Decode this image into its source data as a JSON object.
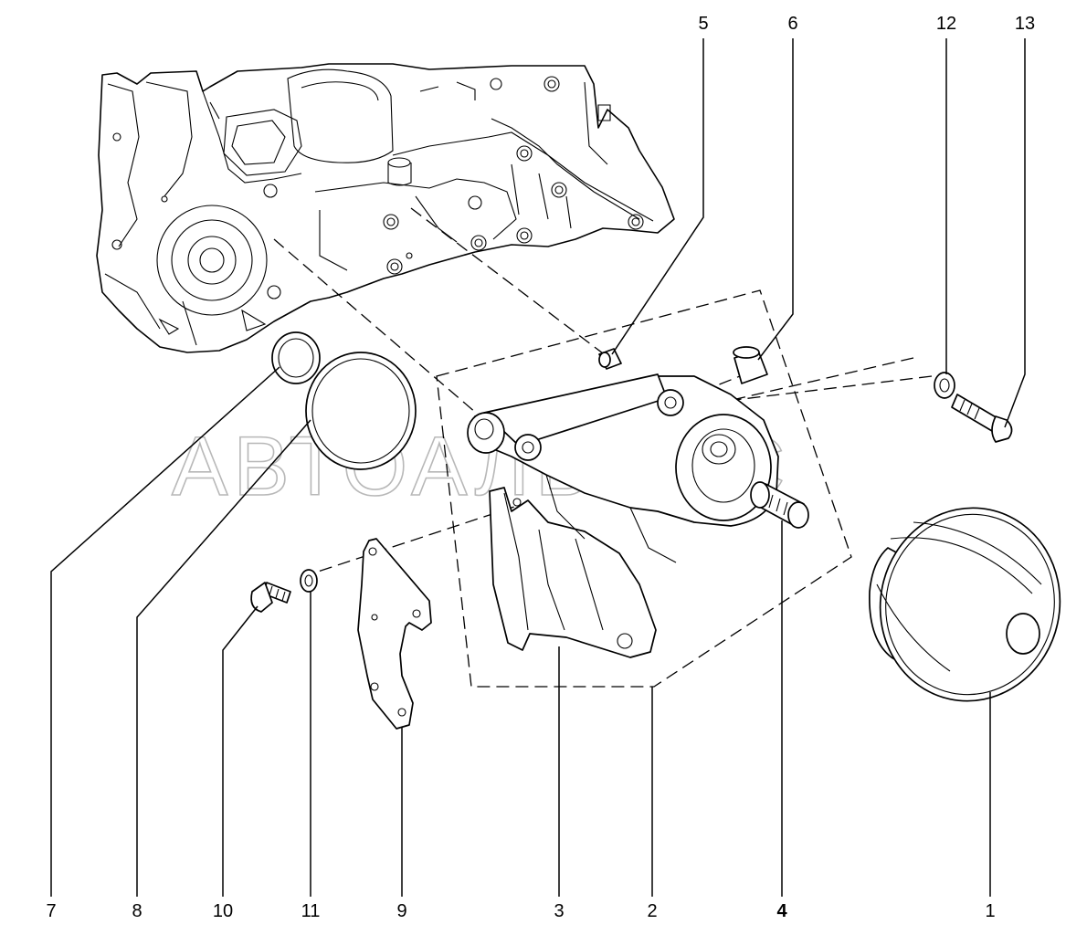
{
  "watermark": "АВТОАЛЬЯНС",
  "callouts": [
    {
      "id": "1",
      "text": "1"
    },
    {
      "id": "2",
      "text": "2"
    },
    {
      "id": "3",
      "text": "3"
    },
    {
      "id": "4",
      "text": "4"
    },
    {
      "id": "5",
      "text": "5"
    },
    {
      "id": "6",
      "text": "6"
    },
    {
      "id": "7",
      "text": "7"
    },
    {
      "id": "8",
      "text": "8"
    },
    {
      "id": "9",
      "text": "9"
    },
    {
      "id": "10",
      "text": "10"
    },
    {
      "id": "11",
      "text": "11"
    },
    {
      "id": "12",
      "text": "12"
    },
    {
      "id": "13",
      "text": "13"
    }
  ]
}
